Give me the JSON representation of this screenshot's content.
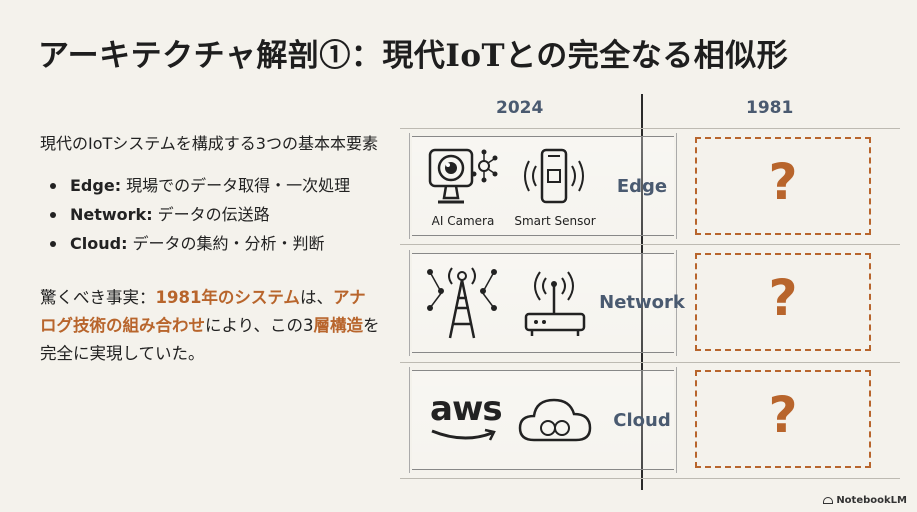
{
  "title": "アーキテクチャ解剖①：現代IoTとの完全なる相似形",
  "intro": "現代のIoTシステムを構成する3つの基本本要素",
  "bullets": [
    {
      "term": "Edge:",
      "desc": " 現場でのデータ取得・一次処理"
    },
    {
      "term": "Network:",
      "desc": " データの伝送路"
    },
    {
      "term": "Cloud:",
      "desc": " データの集約・分析・判断"
    }
  ],
  "fact": {
    "p1": "驚くべき事実：",
    "h1": "1981年のシステム",
    "p2": "は、",
    "h2": "アナログ技術の組み合わせ",
    "p3": "により、この3",
    "h3": "層構造",
    "p4": "を完全に実現していた。"
  },
  "columns": {
    "left": "2024",
    "right": "1981"
  },
  "layers": {
    "edge": {
      "label": "Edge",
      "icon1": "AI Camera",
      "icon2": "Smart Sensor",
      "unknown": "?"
    },
    "network": {
      "label": "Network",
      "unknown": "?"
    },
    "cloud": {
      "label": "Cloud",
      "aws": "aws",
      "unknown": "?"
    }
  },
  "icons": [
    "camera-icon",
    "sensor-icon",
    "antenna-tower-icon",
    "router-icon",
    "aws-logo",
    "cloud-icon"
  ],
  "colors": {
    "accent": "#b8652c",
    "label": "#4a5a70",
    "background": "#f4f2ec"
  },
  "brand": "NotebookLM"
}
